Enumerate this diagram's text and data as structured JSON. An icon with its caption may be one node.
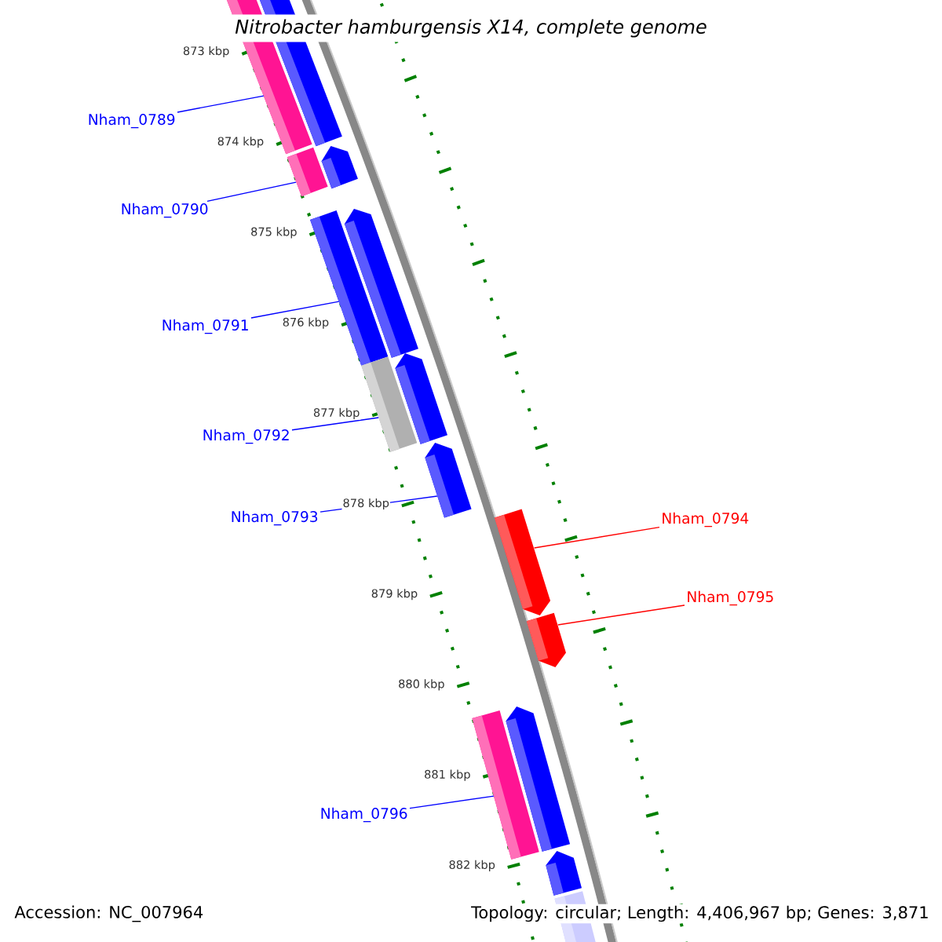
{
  "diagram": {
    "title": "Nitrobacter hamburgensis X14, complete genome",
    "nodes": [
      {
        "text": [
          "Nham_0789"
        ]
      },
      {
        "text": [],
        "shape": "bar"
      },
      {
        "text": [
          "Nham_0790"
        ]
      },
      {
        "text": [],
        "shape": "bar"
      },
      {
        "text": [
          "Nham_0791"
        ]
      },
      {
        "text": [],
        "shape": "bar"
      },
      {
        "text": [
          "Nham_0792"
        ]
      },
      {
        "text": [],
        "shape": "bar"
      },
      {
        "text": [
          "Nham_0793"
        ]
      },
      {
        "text": [],
        "shape": "bar"
      },
      {
        "text": [
          "Nham_0794"
        ]
      },
      {
        "text": [],
        "shape": "bar"
      },
      {
        "text": [
          "Nham_0795"
        ]
      },
      {
        "text": [],
        "shape": "bar"
      },
      {
        "text": [
          "Nham_0796"
        ]
      },
      {
        "text": [],
        "shape": "bar"
      }
    ],
    "edges": [
      {
        "from": 0,
        "to": 1,
        "arrow": "none"
      },
      {
        "from": 2,
        "to": 3,
        "arrow": "none"
      },
      {
        "from": 4,
        "to": 5,
        "arrow": "none"
      },
      {
        "from": 6,
        "to": 7,
        "arrow": "none"
      },
      {
        "from": 8,
        "to": 9,
        "arrow": "none"
      },
      {
        "from": 10,
        "to": 11,
        "arrow": "none",
        "color": "#ff0000"
      },
      {
        "from": 12,
        "to": 13,
        "arrow": "none",
        "color": "#ff0000"
      },
      {
        "from": 14,
        "to": 15,
        "arrow": "none"
      }
    ],
    "labels": [
      "873 kbp",
      "874 kbp",
      "875 kbp",
      "876 kbp",
      "877 kbp",
      "878 kbp",
      "879 kbp",
      "880 kbp",
      "881 kbp",
      "882 kbp",
      "Accession: NC_007964",
      "Topology: circular; Length: 4,406,967 bp; Genes: 3,871"
    ]
  }
}
